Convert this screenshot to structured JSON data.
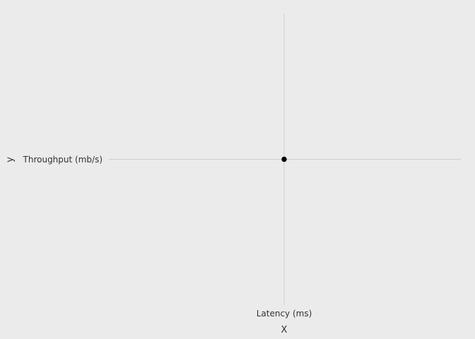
{
  "chart_data": {
    "type": "scatter",
    "xlabel": "X",
    "ylabel": "y",
    "categories_x": [
      "Latency (ms)"
    ],
    "categories_y": [
      "Throughput (mb/s)"
    ],
    "points": [
      {
        "x": "Latency (ms)",
        "y": "Throughput (mb/s)"
      }
    ],
    "grid": true
  }
}
